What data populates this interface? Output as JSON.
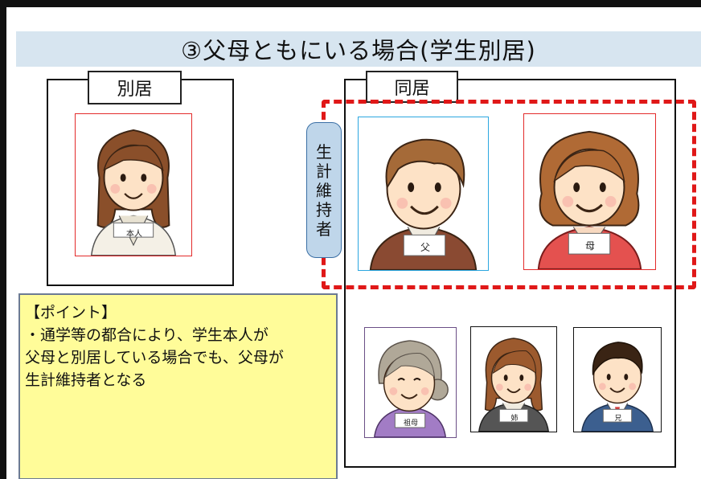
{
  "title": "③父母ともにいる場合(学生別居)",
  "separate_tab": "別居",
  "cohabit_tab": "同居",
  "supporter_label": [
    "生",
    "計",
    "維",
    "持",
    "者"
  ],
  "persons": {
    "self": "本人",
    "father": "父",
    "mother": "母",
    "grandmother": "祖母",
    "sister": "姉",
    "brother": "兄"
  },
  "point": {
    "heading": "【ポイント】",
    "lines": [
      "・通学等の都合により、学生本人が",
      "父母と別居している場合でも、父母が",
      "生計維持者となる"
    ]
  },
  "colors": {
    "title_bg": "#d7e5f0",
    "dash_red": "#e01818",
    "frame_red": "#e32b2b",
    "frame_blue": "#2ca7e0",
    "point_bg": "#fffc99",
    "supporter_bg": "#bfd6ea"
  }
}
